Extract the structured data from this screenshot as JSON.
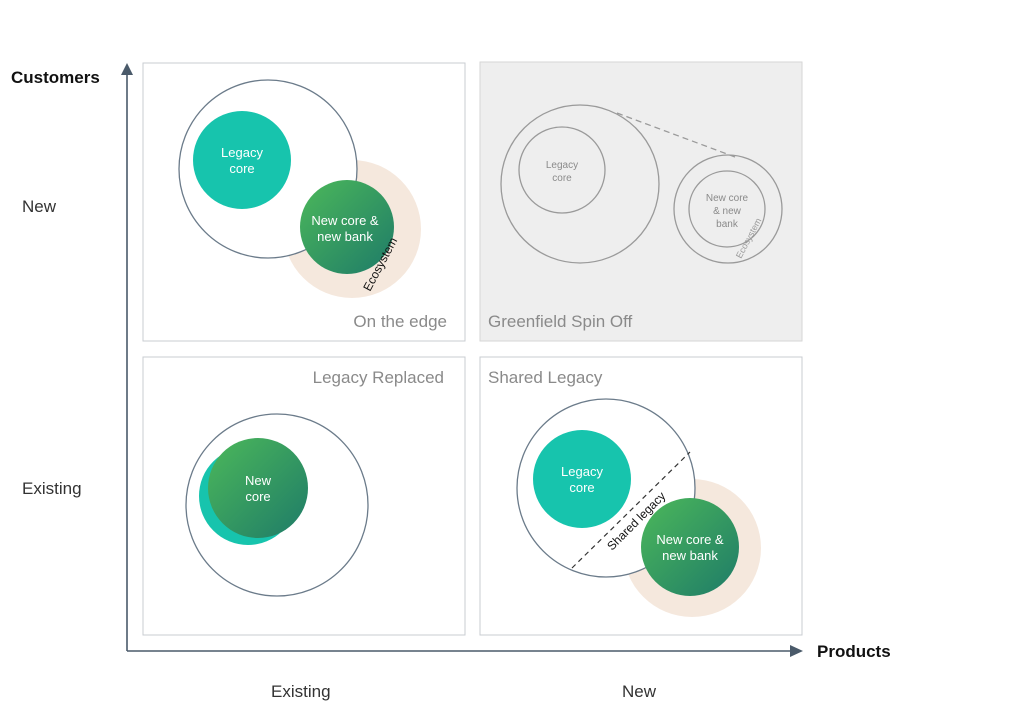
{
  "axes": {
    "y_title": "Customers",
    "x_title": "Products",
    "y_ticks": [
      "New",
      "Existing"
    ],
    "x_ticks": [
      "Existing",
      "New"
    ]
  },
  "quadrants": {
    "top_left": {
      "label": "On the edge",
      "legacy_core": [
        "Legacy",
        "core"
      ],
      "new_core": [
        "New core &",
        "new bank"
      ],
      "ecosystem": "Ecosystem"
    },
    "top_right": {
      "label": "Greenfield Spin Off",
      "legacy_core": [
        "Legacy",
        "core"
      ],
      "new_core": [
        "New core",
        "& new",
        "bank"
      ],
      "ecosystem": "Ecosystem"
    },
    "bottom_left": {
      "label": "Legacy Replaced",
      "new_core": [
        "New",
        "core"
      ]
    },
    "bottom_right": {
      "label": "Shared Legacy",
      "legacy_core": [
        "Legacy",
        "core"
      ],
      "shared": "Shared legacy",
      "new_core": [
        "New core &",
        "new bank"
      ]
    }
  },
  "colors": {
    "teal": "#17c4ad",
    "green_start": "#4cb85a",
    "green_end": "#1e7b68",
    "ecosystem_fill": "#f5e8dd",
    "axis": "#4a5a6a",
    "panel_border": "#c9ccd2",
    "panel_grey": "#eeeeee"
  }
}
